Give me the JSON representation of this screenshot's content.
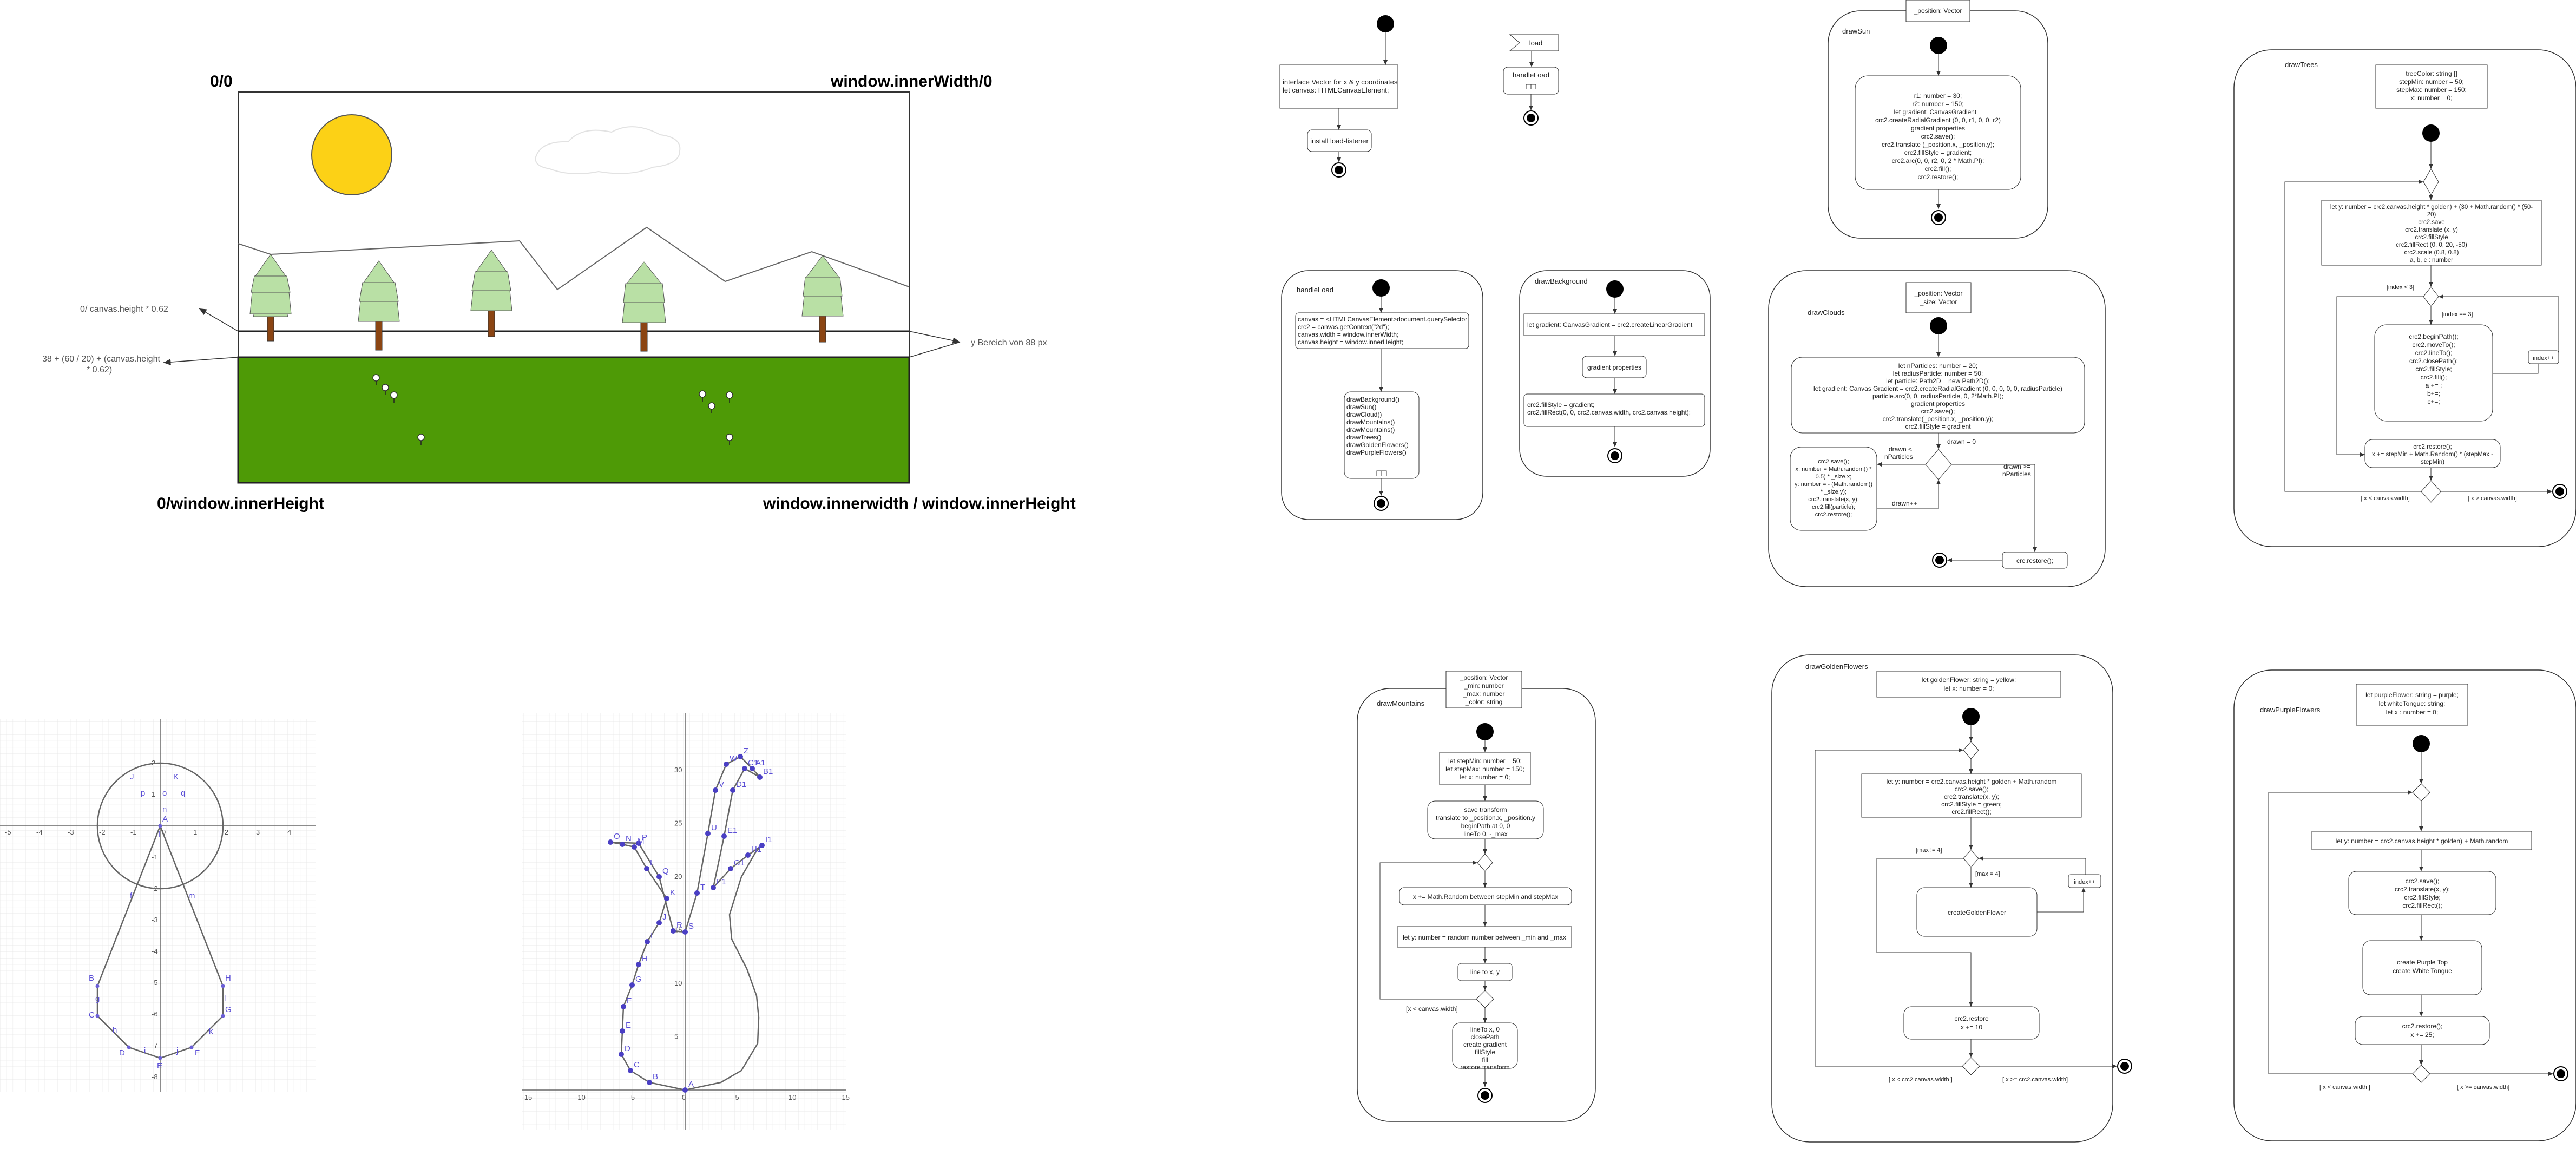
{
  "scene": {
    "corner_top_left": "0/0",
    "corner_top_right": "window.innerWidth/0",
    "corner_bottom_left": "0/window.innerHeight",
    "corner_bottom_right": "window.innerwidth / window.innerHeight",
    "horizon_label": "0/ canvas.height * 0.62",
    "meadow_label_1": "38 + (60 / 20) + (canvas.height",
    "meadow_label_2": "* 0.62)",
    "y_range_label": "y Bereich  von 88 px",
    "colors": {
      "sky": "#ffffff",
      "sun": "#fcd116",
      "meadow": "#4e9a06",
      "tree": "#b9e0a5",
      "trunk": "#8b4513"
    }
  },
  "uml": {
    "main": {
      "title": "",
      "box1": [
        "interface Vector for x & y coordinates",
        "let canvas: HTMLCanvasElement;"
      ],
      "box2": "install load-listener"
    },
    "load_signal": "load",
    "load_handler": "handleLoad",
    "handleLoad": {
      "title": "handleLoad",
      "box1": [
        "canvas = <HTMLCanvasElement>document.querySelector",
        "crc2 = canvas.getContext(\"2d\");",
        "canvas.width = window.innerWidth;",
        "canvas.height = window.innerHeight;"
      ],
      "box2": [
        "drawBackground()",
        "drawSun()",
        "drawCloud()",
        "drawMountains()",
        "drawMountains()",
        "drawTrees()",
        "drawGoldenFlowers()",
        "drawPurpleFlowers()"
      ]
    },
    "drawBackground": {
      "title": "drawBackground",
      "box1": "let gradient: CanvasGradient = crc2.createLinearGradient",
      "box2": "gradient properties",
      "box3": [
        "crc2.fillStyle = gradient;",
        "crc2.fillRect(0, 0, crc2.canvas.width, crc2.canvas.height);"
      ]
    },
    "drawSun": {
      "title": "drawSun",
      "param": "_position: Vector",
      "box": [
        "r1: number = 30;",
        "r2: number = 150;",
        "let gradient: CanvasGradient =",
        "crc2.createRadialGradient (0, 0, r1, 0, 0, r2)",
        "gradient properties",
        "crc2.save();",
        "crc2.translate (_position.x, _position.y);",
        "crc2.fillStyle = gradient;",
        "crc2.arc(0, 0, r2, 0, 2 * Math.PI);",
        "crc2.fill();",
        "crc2.restore();"
      ]
    },
    "drawClouds": {
      "title": "drawClouds",
      "params": [
        "_position: Vector",
        "_size: Vector"
      ],
      "box1": [
        "let nParticles: number = 20;",
        "let radiusParticle: number = 50;",
        "let particle: Path2D = new Path2D();",
        "let gradient: Canvas Gradient = crc2.createRadialGradient (0, 0, 0, 0, 0, radiusParticle)",
        "particle.arc(0, 0, radiusParticle, 0, 2*Math.PI);",
        "gradient properties",
        "crc2.save();",
        "crc2.translate(_position.x, _position.y);",
        "crc2.fillStyle = gradient"
      ],
      "box2": [
        "crc2.save();",
        "x: number = Math.random() *",
        "0.5) * _size.x;",
        "y: number = - (Math.random()",
        "* _size.y);",
        "crc2.translate(x, y);",
        "crc2.fill(particle);",
        "crc2.restore();"
      ],
      "box3": "crc.restore();",
      "guard_left": [
        "drawn <",
        "nParticles"
      ],
      "guard_top": "drawn = 0",
      "guard_right": [
        "drawn >=",
        "nParticles"
      ],
      "incr": "drawn++"
    },
    "drawTrees": {
      "title": "drawTrees",
      "params": [
        "treeColor: string []",
        "stepMin: number = 50;",
        "stepMax: number = 150;",
        "x: number = 0;"
      ],
      "box1": [
        "let y: number = crc2.canvas.height * golden) + (30 + Math.random() * (50-",
        "20)",
        "crc2.save",
        "crc2.translate (x, y)",
        "crc2.fillStyle",
        "crc2.fillRect (0, 0, 20, -50)",
        "crc2.scale (0.8, 0.8)",
        "a, b, c : number"
      ],
      "box2": [
        "crc2.beginPath();",
        "crc2.moveTo();",
        "crc2.lineTo();",
        "crc2.closePath();",
        "crc2.fillStyle;",
        "crc2.fill();",
        "a += ;",
        "b+=;",
        "c+=;"
      ],
      "box3": [
        "crc2.restore();",
        "x += stepMin + Math.Random() * (stepMax -",
        "stepMin)"
      ],
      "guard_a": "[index < 3]",
      "guard_b": "[index  == 3]",
      "incr": "index++",
      "guard_c": "[ x < canvas.width]",
      "guard_d": "[ x > canvas.width]"
    },
    "drawMountains": {
      "title": "drawMountains",
      "params": [
        "_position: Vector",
        "_min: number",
        "_max: number",
        "_color: string"
      ],
      "box1": [
        "let stepMin: number = 50;",
        "let stepMax: number = 150;",
        "let x: number = 0;"
      ],
      "box2": [
        "save transform",
        "translate to _position.x, _position.y",
        "beginPath at 0, 0",
        "lineTo 0, -_max"
      ],
      "box3": "x += Math.Random between stepMin and stepMax",
      "box4": "let y: number = random number between _min and _max",
      "box5": "line to x, y",
      "box6": [
        "lineTo x, 0",
        "closePath",
        "create gradient",
        "fillStyle",
        "fill",
        "restore transform"
      ],
      "guard": "[x < canvas.width]"
    },
    "drawGoldenFlowers": {
      "title": "drawGoldenFlowers",
      "params": [
        "let goldenFlower: string = yellow;",
        "let x: number = 0;"
      ],
      "box1": [
        "let y: number = crc2.canvas.height * golden + Math.random",
        "crc2.save();",
        "crc2.translate(x, y);",
        "crc2.fillStyle = green;",
        "crc2.fillRect();"
      ],
      "box2": "createGoldenFlower",
      "box3": [
        "crc2.restore",
        "x += 10"
      ],
      "guard_a": "[max != 4]",
      "guard_b": "[max = 4]",
      "incr": "index++",
      "guard_c": "[ x < crc2.canvas.width ]",
      "guard_d": "[ x >= crc2.canvas.width]"
    },
    "drawPurpleFlowers": {
      "title": "drawPurpleFlowers",
      "params": [
        "let purpleFlower: string = purple;",
        "let whiteTongue: string;",
        "let x : number = 0;"
      ],
      "box1": "let y: number = crc2.canvas.height * golden) + Math.random",
      "box2": [
        "crc2.save();",
        "crc2.translate(x, y);",
        "crc2.fillStyle;",
        "crc2.fillRect();"
      ],
      "box3": [
        "create Purple Top",
        "create White Tongue"
      ],
      "box4": [
        "crc2.restore();",
        "x += 25;"
      ],
      "guard_c": "[ x < canvas.width ]",
      "guard_d": "[ x >= canvas.width]"
    }
  },
  "graph1": {
    "x_ticks": [
      "-5",
      "-4",
      "-3",
      "-2",
      "-1",
      "0",
      "1",
      "2",
      "3",
      "4"
    ],
    "y_ticks": [
      "2",
      "1",
      "0",
      "-1",
      "-2",
      "-3",
      "-4",
      "-5",
      "-6",
      "-7",
      "-8"
    ],
    "labels": [
      "A",
      "B",
      "C",
      "D",
      "E",
      "F",
      "G",
      "H",
      "I",
      "J",
      "K",
      "f",
      "g",
      "h",
      "i",
      "j",
      "k",
      "l",
      "m",
      "n",
      "o",
      "p",
      "q"
    ]
  },
  "graph2": {
    "x_ticks": [
      "-15",
      "-10",
      "-5",
      "0",
      "5",
      "10",
      "15"
    ],
    "y_ticks": [
      "30",
      "25",
      "20",
      "15",
      "10",
      "5"
    ],
    "labels": [
      "A",
      "B",
      "C",
      "D",
      "E",
      "F",
      "G",
      "H",
      "I",
      "J",
      "K",
      "L",
      "M",
      "N",
      "O",
      "P",
      "Q",
      "R",
      "S",
      "T",
      "U",
      "V",
      "W",
      "Z",
      "A1",
      "B1",
      "C1",
      "D1",
      "E1",
      "F1",
      "G1",
      "H1",
      "I1"
    ]
  }
}
